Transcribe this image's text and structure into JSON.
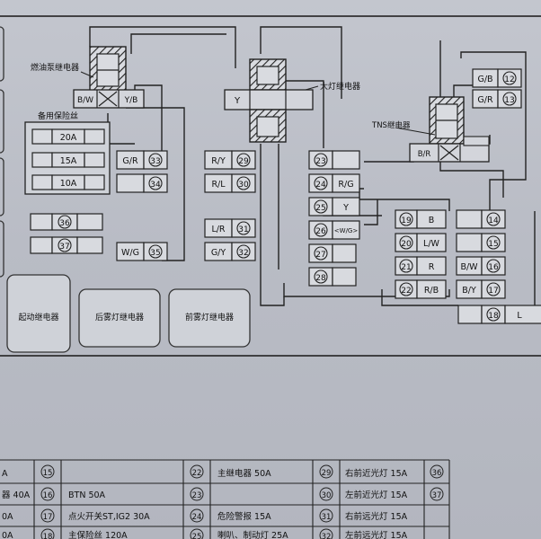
{
  "relays": {
    "fuel_pump": "燃油泵继电器",
    "headlamp": "大灯继电器",
    "tns": "TNS继电器",
    "starter": "起动继电器",
    "rear_fog": "后雾灯继电器",
    "front_fog": "前雾灯继电器",
    "spare_fuse": "备用保险丝"
  },
  "fuel_pump_pins": {
    "left": "B/W",
    "right": "Y/B"
  },
  "headlamp_pin": "Y",
  "tns_pin": "B/R",
  "spare_fuses": [
    "20A",
    "15A",
    "10A"
  ],
  "wire_labels": {
    "w33": "G/R",
    "w35": "W/G",
    "w29": "R/Y",
    "w30": "R/L",
    "w31": "L/R",
    "w32": "G/Y",
    "w24": "R/G",
    "w25": "Y",
    "w26": "<W/G>",
    "w12": "G/B",
    "w13": "G/R",
    "w19": "B",
    "w20": "L/W",
    "w21": "R",
    "w22": "R/B",
    "w16": "B/W",
    "w17": "B/Y",
    "w18": "L"
  },
  "table": {
    "col1": [
      "A",
      "器 40A",
      "0A",
      "0A"
    ],
    "col2_num": [
      "15",
      "16",
      "17",
      "18"
    ],
    "col2_text": [
      "",
      "BTN 50A",
      "点火开关ST,IG2 30A",
      "主保险丝 120A"
    ],
    "col3_num": [
      "22",
      "23",
      "24",
      "25"
    ],
    "col3_text": [
      "主继电器 50A",
      "",
      "危险警报 15A",
      "喇叭、制动灯 25A"
    ],
    "col4_num": [
      "29",
      "30",
      "31",
      "32"
    ],
    "col4_text": [
      "右前近光灯 15A",
      "左前近光灯 15A",
      "右前远光灯 15A",
      "左前远光灯 15A"
    ],
    "col5_num": [
      "36",
      "37",
      "",
      ""
    ]
  }
}
